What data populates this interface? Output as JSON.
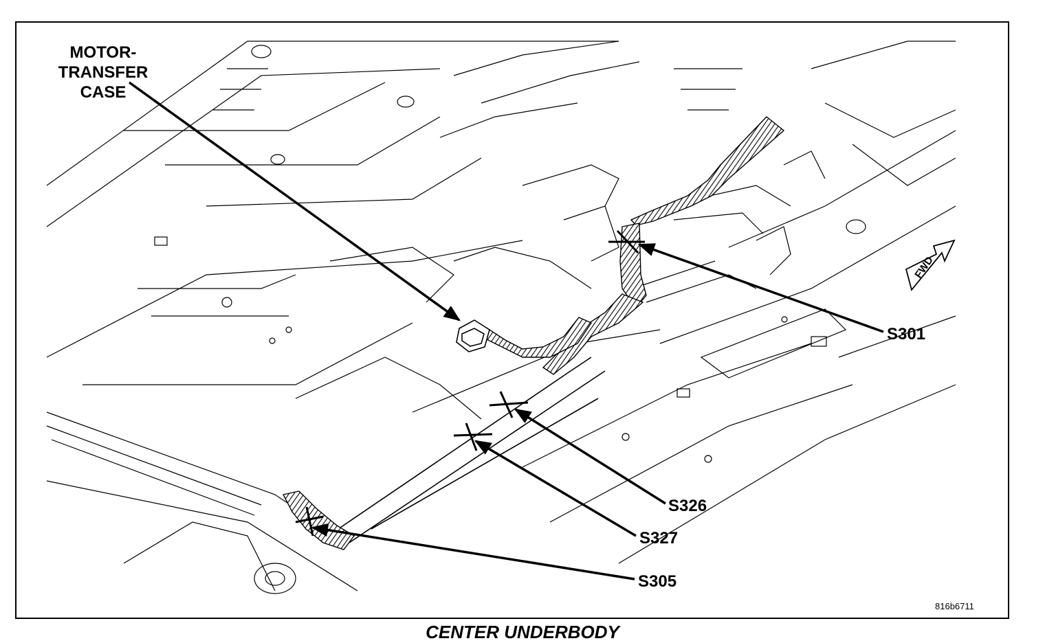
{
  "labels": {
    "motor_transfer_case": [
      "MOTOR-",
      "TRANSFER",
      "CASE"
    ],
    "s301": "S301",
    "s326": "S326",
    "s327": "S327",
    "s305": "S305",
    "fwd": "FWD"
  },
  "figure_id": "816b6711",
  "caption": "CENTER UNDERBODY"
}
